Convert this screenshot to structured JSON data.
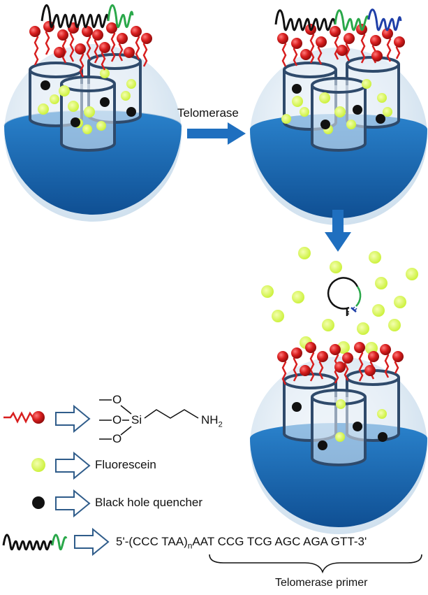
{
  "process_label": "Telomerase",
  "legend": {
    "fluorescein": "Fluorescein",
    "quencher": "Black hole quencher",
    "silane": {
      "o1": "O",
      "o2": "O",
      "o3": "O",
      "si": "Si",
      "nh2_main": "NH",
      "nh2_sub": "2"
    }
  },
  "sequence": {
    "prefix": "5'-(CCC TAA)",
    "subscript": "n",
    "primer_seq": "AAT CCG TCG AGC AGA GTT-3'",
    "caption": "Telomerase primer"
  },
  "colors": {
    "sphere_top": "#d6e6f3",
    "sphere_bottom": "#1565b0",
    "pore_stroke": "#2f4a6b",
    "amine_red": "#d81e1e",
    "fluorescein": "#ccf23a",
    "quencher": "#111111",
    "dna_black": "#111111",
    "dna_green": "#2aa84a",
    "dna_blue": "#1f3fa8",
    "arrow_blue": "#1f6fbf"
  }
}
